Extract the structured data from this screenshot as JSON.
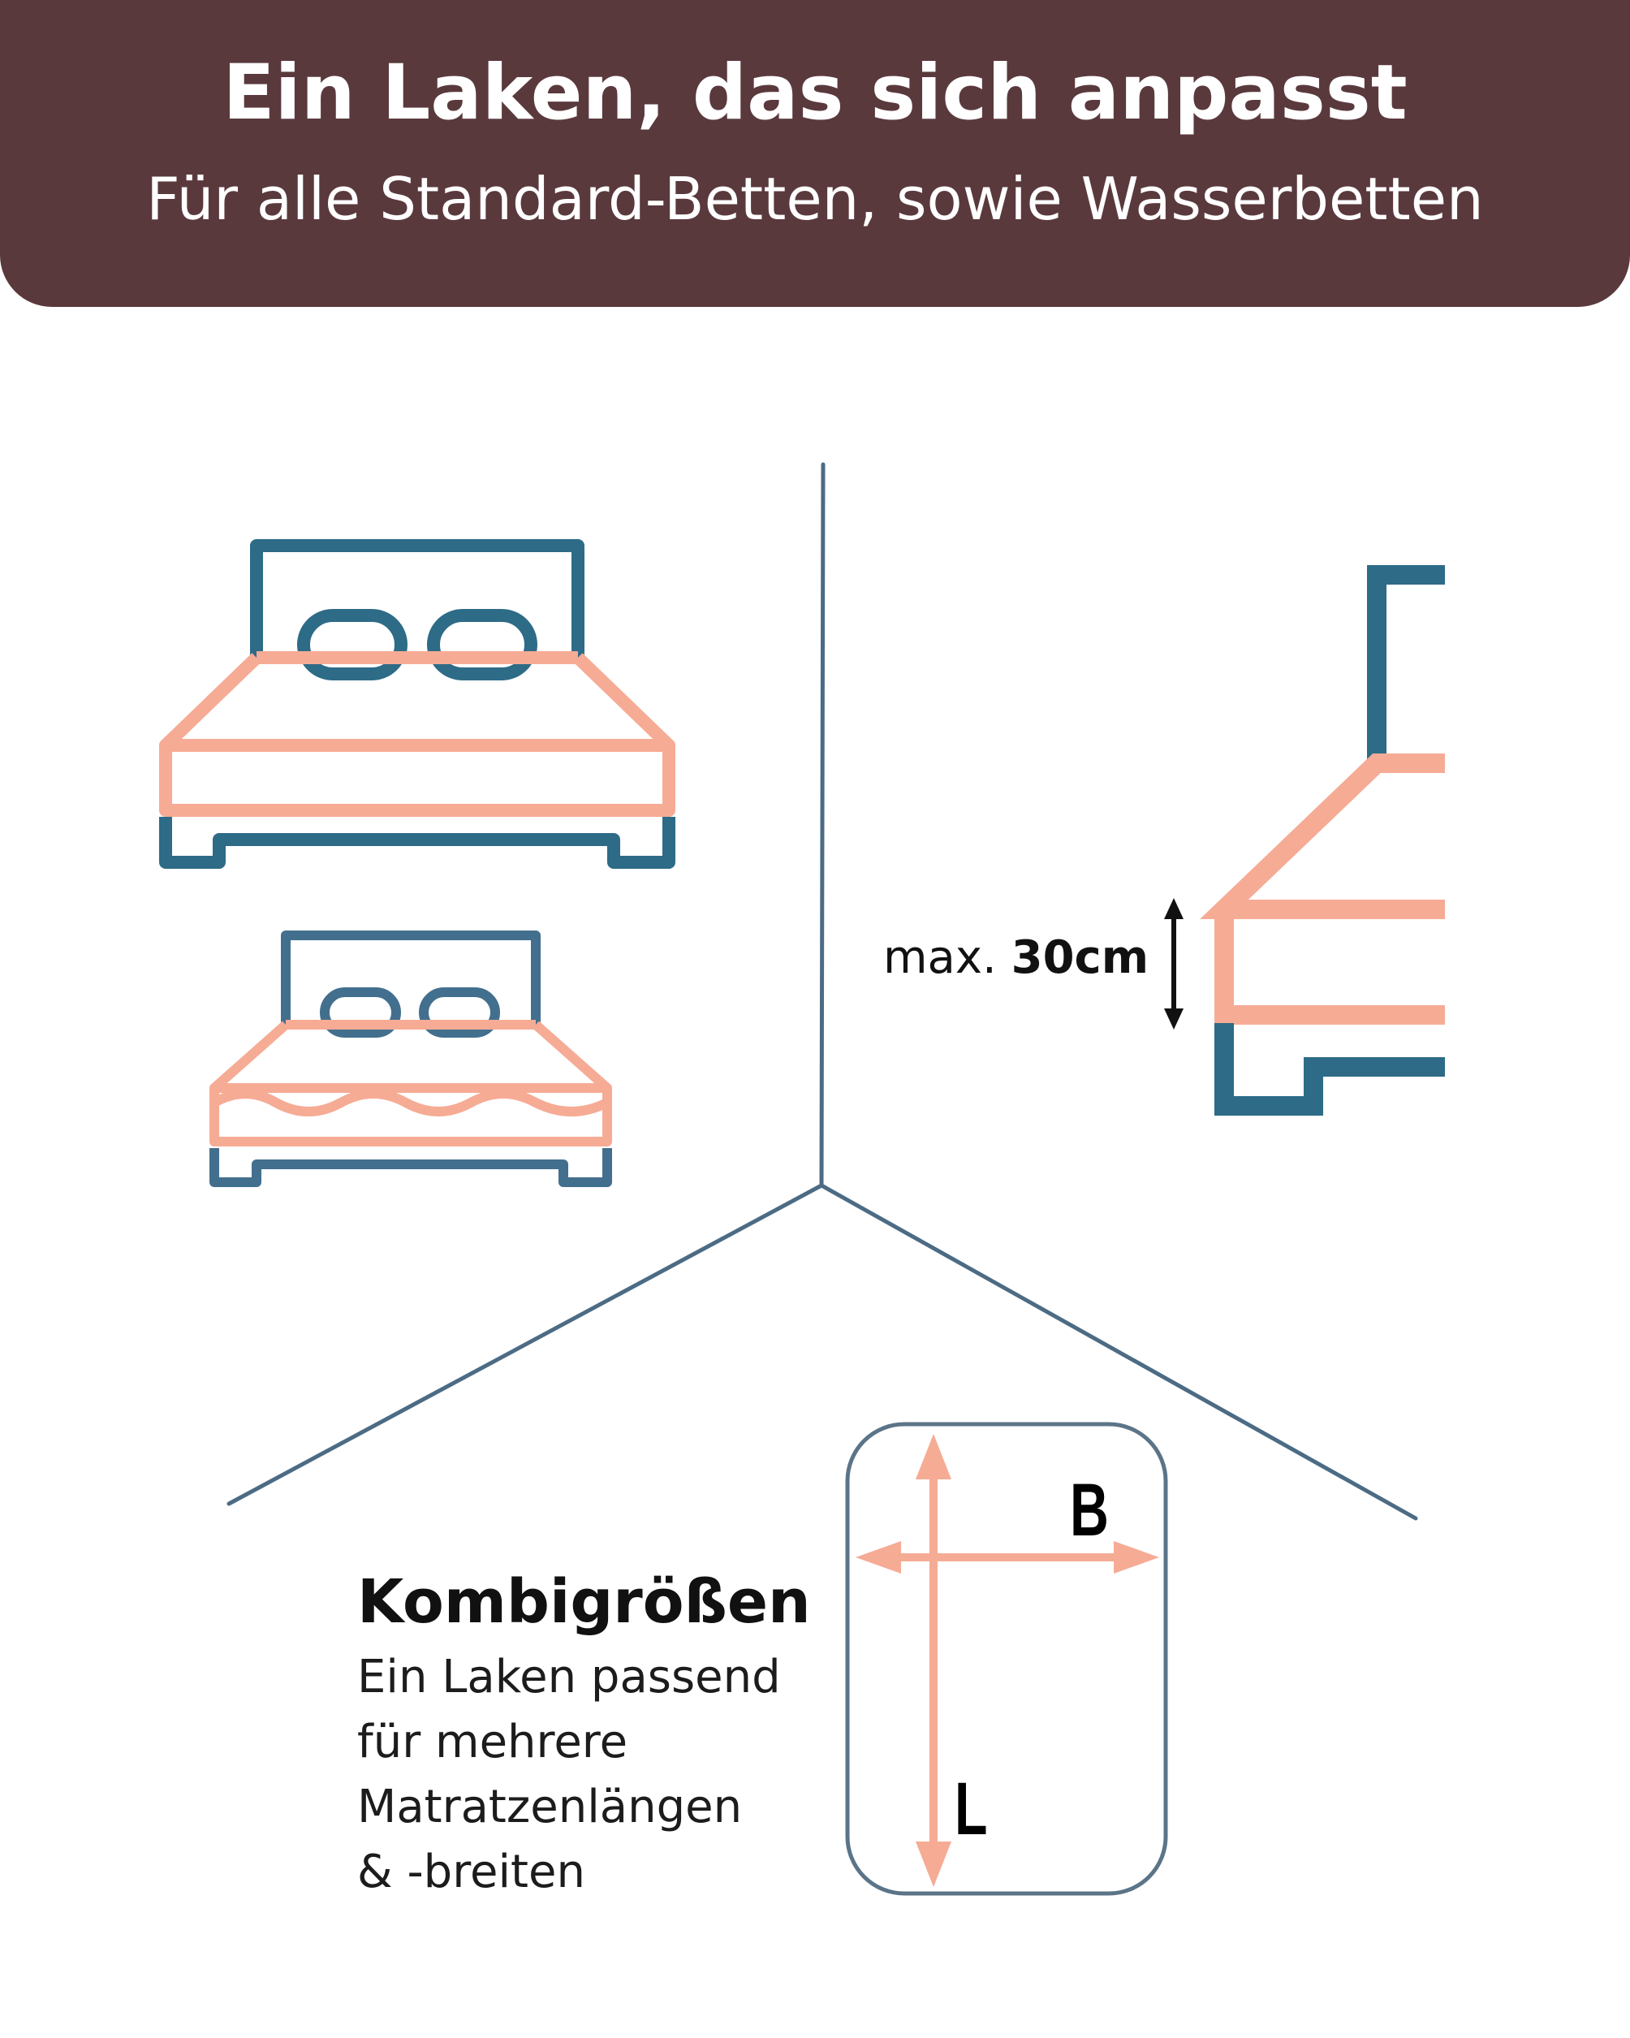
{
  "header": {
    "title": "Ein Laken, das sich anpasst",
    "subtitle": "Für alle Standard-Betten, sowie Wasserbetten"
  },
  "box_spring": {
    "max_prefix": "max.",
    "max_value": "30cm"
  },
  "combo": {
    "title": "Kombigrößen",
    "lines": [
      "Ein Laken passend",
      "für mehrere",
      "Matratzenlängen",
      "& -breiten"
    ],
    "width_label": "B",
    "length_label": "L"
  },
  "colors": {
    "banner": "#5a393d",
    "frame": "#2d6b87",
    "sheet": "#f6ab95",
    "divider": "#4c6b84",
    "water_frame": "#436f8e"
  },
  "icons": [
    "double-bed-icon",
    "waterbed-icon",
    "box-spring-bed-icon",
    "mattress-dimensions-icon"
  ]
}
